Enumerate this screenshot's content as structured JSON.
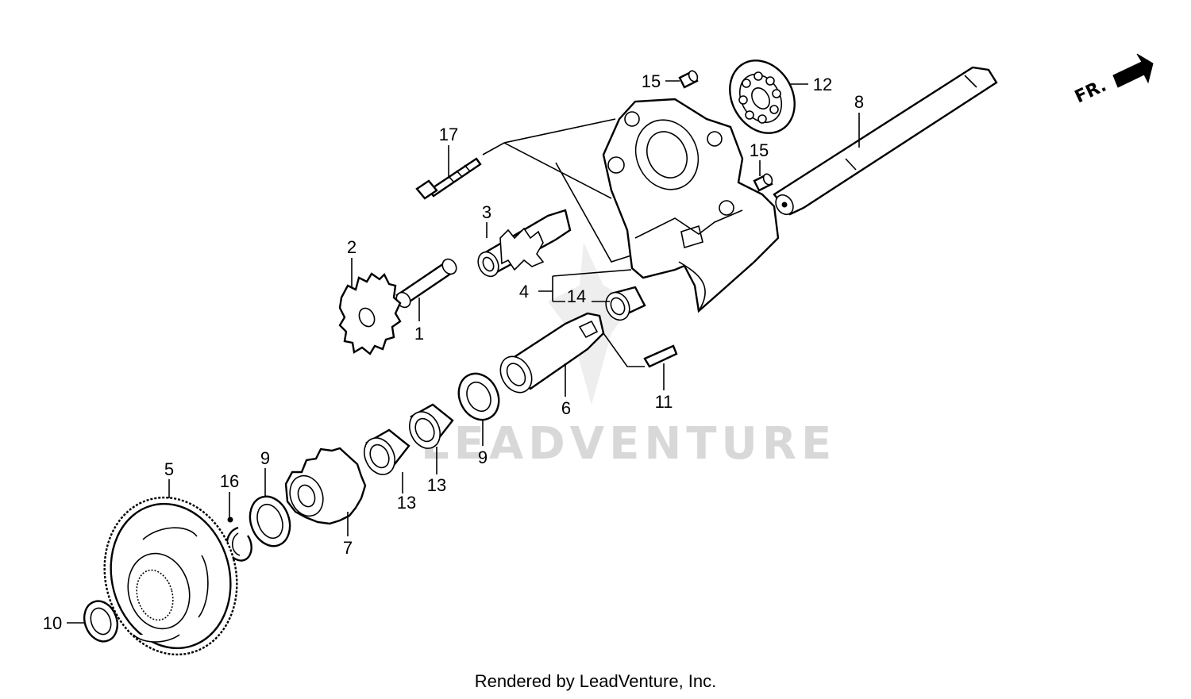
{
  "watermark": "LEADVENTURE",
  "direction_marker": "FR.",
  "footer": "Rendered by LeadVenture, Inc.",
  "callouts": {
    "p1": "1",
    "p2": "2",
    "p3": "3",
    "p4": "4",
    "p5": "5",
    "p6": "6",
    "p7": "7",
    "p8": "8",
    "p9a": "9",
    "p9b": "9",
    "p10": "10",
    "p11": "11",
    "p12": "12",
    "p13a": "13",
    "p13b": "13",
    "p14": "14",
    "p15a": "15",
    "p15b": "15",
    "p16": "16",
    "p17": "17"
  }
}
